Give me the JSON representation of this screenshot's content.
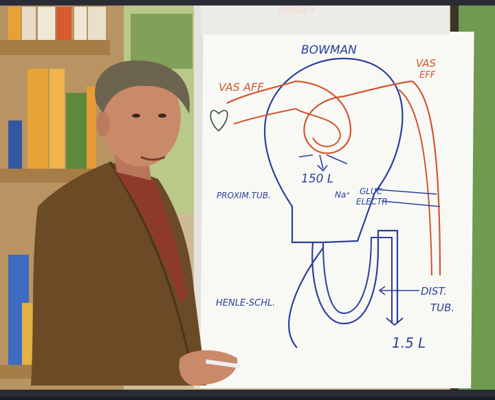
{
  "scene": {
    "description_colors": {
      "background_wall": "#d9c9a3",
      "shelf_wood": "#b8955e",
      "window_green": "#7fa35a",
      "flipchart_paper": "#f7f7f4",
      "blue_marker": "#2a3f9c",
      "red_marker": "#d2552d",
      "jacket": "#6b4a26",
      "skin": "#c98a6a",
      "hair": "#6d6450"
    }
  },
  "flipchart": {
    "top_faded_text": "NNBEY",
    "title": "BOWMAN",
    "vas_aff": "VAS AFF",
    "vas_eff_1": "VAS",
    "vas_eff_2": "EFF",
    "value_150": "150 L",
    "proxim": "PROXIM.TUB.",
    "na": "Na⁺",
    "gluc": "GLUC",
    "electr": "ELECTR",
    "henle": "HENLE-SCHL.",
    "dist_1": "DIST.",
    "dist_2": "TUB.",
    "value_15": "1.5 L"
  }
}
